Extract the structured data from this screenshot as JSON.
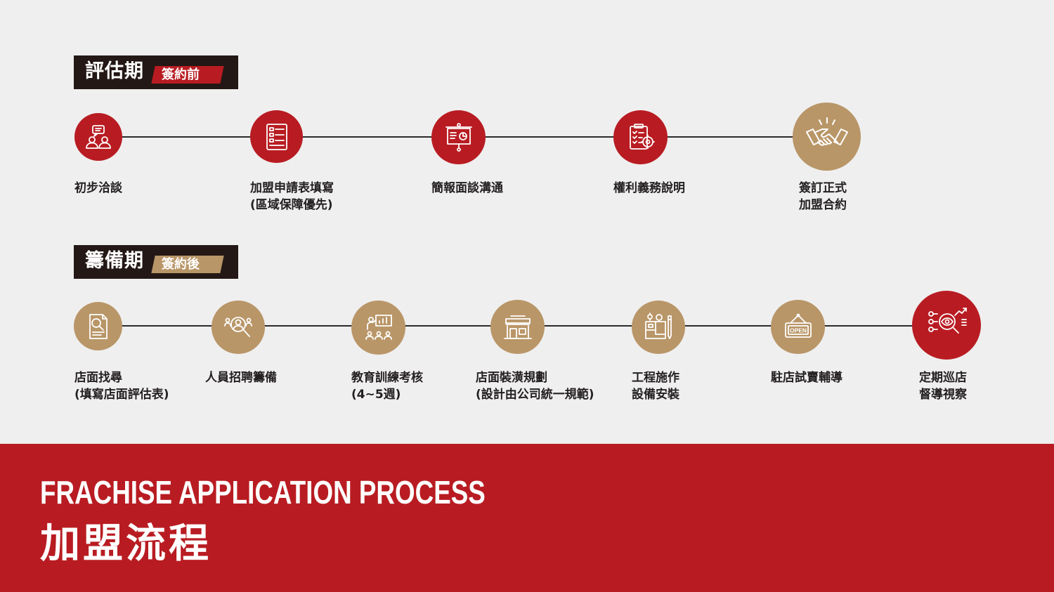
{
  "colors": {
    "background": "#efefef",
    "red": "#b81c22",
    "gold": "#b99668",
    "dark": "#231815",
    "line": "#2a2a2a",
    "white": "#ffffff"
  },
  "evaluation": {
    "title": "評估期",
    "tag": "簽約前",
    "steps": [
      {
        "icon": "conversation-icon",
        "lines": [
          "初步洽談"
        ]
      },
      {
        "icon": "application-form-icon",
        "lines": [
          "加盟申請表填寫",
          "(區域保障優先)"
        ]
      },
      {
        "icon": "presentation-board-icon",
        "lines": [
          "簡報面談溝通"
        ]
      },
      {
        "icon": "checklist-clipboard-icon",
        "lines": [
          "權利義務說明"
        ]
      },
      {
        "icon": "handshake-icon",
        "lines": [
          "簽訂正式",
          "加盟合約"
        ]
      }
    ]
  },
  "preparation": {
    "title": "籌備期",
    "tag": "簽約後",
    "steps": [
      {
        "icon": "document-search-icon",
        "lines": [
          "店面找尋",
          "(填寫店面評估表)"
        ]
      },
      {
        "icon": "people-search-icon",
        "lines": [
          "人員招聘籌備"
        ]
      },
      {
        "icon": "training-class-icon",
        "lines": [
          "教育訓練考核",
          "(4~5週)"
        ]
      },
      {
        "icon": "storefront-icon",
        "lines": [
          "店面裝潢規劃",
          "(設計由公司統一規範)"
        ]
      },
      {
        "icon": "blueprint-tools-icon",
        "lines": [
          "工程施作",
          "設備安裝"
        ]
      },
      {
        "icon": "open-sign-icon",
        "lines": [
          "駐店試賣輔導"
        ]
      },
      {
        "icon": "inspection-eye-icon",
        "lines": [
          "定期巡店",
          "督導視察"
        ]
      }
    ]
  },
  "open_sign_text": "OPEN",
  "banner": {
    "english": "FRACHISE APPLICATION PROCESS",
    "chinese": "加盟流程"
  }
}
